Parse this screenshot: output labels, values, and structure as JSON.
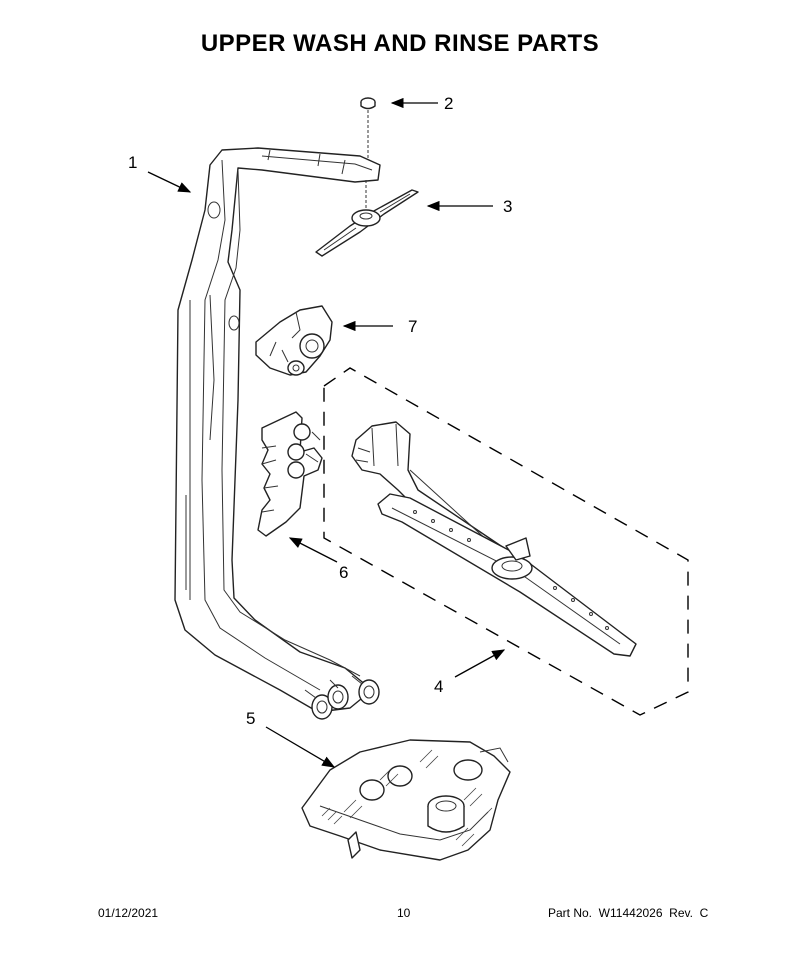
{
  "title": "UPPER WASH AND RINSE PARTS",
  "callouts": [
    {
      "id": "1",
      "label": "1"
    },
    {
      "id": "2",
      "label": "2"
    },
    {
      "id": "3",
      "label": "3"
    },
    {
      "id": "4",
      "label": "4"
    },
    {
      "id": "5",
      "label": "5"
    },
    {
      "id": "6",
      "label": "6"
    },
    {
      "id": "7",
      "label": "7"
    }
  ],
  "footer": {
    "date": "01/12/2021",
    "page": "10",
    "part": "Part No.  W11442026  Rev.  C"
  }
}
